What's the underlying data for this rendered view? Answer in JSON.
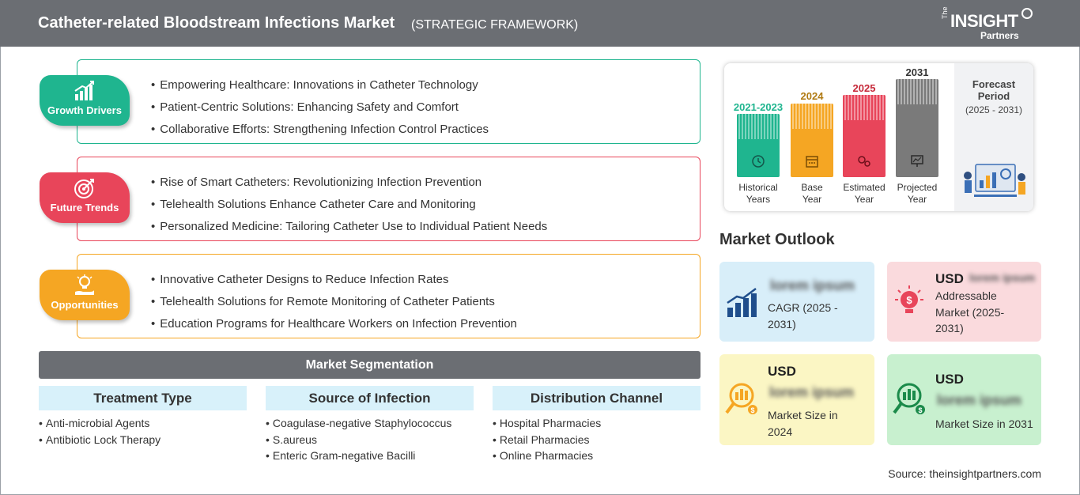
{
  "header": {
    "title": "Catheter-related Bloodstream Infections Market",
    "subtitle": "(STRATEGIC FRAMEWORK)",
    "logo": {
      "the": "The",
      "insight": "INSIGHT",
      "partners": "Partners"
    }
  },
  "framework": {
    "growth_drivers": {
      "label": "Growth Drivers",
      "color": "#1fb58f",
      "items": [
        "Empowering Healthcare: Innovations in Catheter Technology",
        "Patient-Centric Solutions: Enhancing Safety and Comfort",
        "Collaborative Efforts: Strengthening Infection Control Practices"
      ]
    },
    "future_trends": {
      "label": "Future Trends",
      "color": "#e8455a",
      "items": [
        "Rise of Smart Catheters: Revolutionizing Infection Prevention",
        "Telehealth Solutions Enhance Catheter Care and Monitoring",
        "Personalized Medicine: Tailoring Catheter Use to Individual Patient Needs"
      ]
    },
    "opportunities": {
      "label": "Opportunities",
      "color": "#f5a623",
      "items": [
        "Innovative Catheter Designs to Reduce Infection Rates",
        "Telehealth Solutions for Remote Monitoring of Catheter Patients",
        "Education Programs for Healthcare Workers on Infection Prevention"
      ]
    }
  },
  "segmentation": {
    "title": "Market Segmentation",
    "columns": [
      {
        "header": "Treatment Type",
        "items": [
          "Anti-microbial Agents",
          "Antibiotic Lock Therapy"
        ]
      },
      {
        "header": "Source of Infection",
        "items": [
          "Coagulase-negative Staphylococcus",
          "S.aureus",
          "Enteric Gram-negative Bacilli"
        ]
      },
      {
        "header": "Distribution Channel",
        "items": [
          "Hospital Pharmacies",
          "Retail Pharmacies",
          "Online Pharmacies"
        ]
      }
    ]
  },
  "timeline": {
    "forecast_title": "Forecast Period",
    "forecast_range": "(2025 - 2031)",
    "bars": [
      {
        "year": "2021-2023",
        "label_1": "Historical",
        "label_2": "Years",
        "color": "#1fb58f"
      },
      {
        "year": "2024",
        "label_1": "Base",
        "label_2": "Year",
        "color": "#f5a623"
      },
      {
        "year": "2025",
        "label_1": "Estimated",
        "label_2": "Year",
        "color": "#e8455a"
      },
      {
        "year": "2031",
        "label_1": "Projected",
        "label_2": "Year",
        "color": "#7a7a7a"
      }
    ]
  },
  "outlook": {
    "title": "Market Outlook",
    "cagr": {
      "value": "lorem ipsum",
      "desc_1": "CAGR (2025 -",
      "desc_2": "2031)",
      "bg": "#d8eef9"
    },
    "addressable": {
      "usd": "USD",
      "value": "lorem ipsum",
      "desc_1": "Addressable",
      "desc_2": "Market (2025-",
      "desc_3": "2031)",
      "bg": "#fadadd"
    },
    "size_2024": {
      "usd": "USD",
      "value": "lorem ipsum",
      "desc_1": "Market Size in",
      "desc_2": "2024",
      "bg": "#fbf6c4"
    },
    "size_2031": {
      "usd": "USD",
      "value": "lorem ipsum",
      "desc_1": "Market Size in 2031",
      "bg": "#c8f0cf"
    }
  },
  "source": "Source: theinsightpartners.com"
}
